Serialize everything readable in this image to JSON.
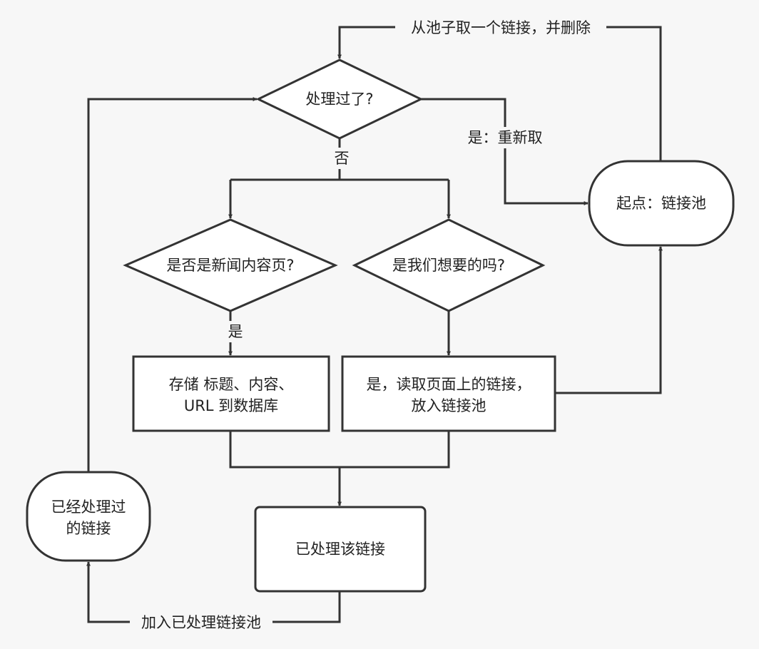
{
  "nodes": {
    "start_pool": "起点：链接池",
    "processed_check": "处理过了?",
    "is_news_page": "是否是新闻内容页?",
    "is_wanted": "是我们想要的吗?",
    "store_db_line1": "存储 标题、内容、",
    "store_db_line2": "URL 到数据库",
    "read_links_line1": "是，读取页面上的链接，",
    "read_links_line2": "放入链接池",
    "marked_processed": "已处理该链接",
    "processed_pool_line1": "已经处理过",
    "processed_pool_line2": "的链接"
  },
  "edges": {
    "take_from_pool": "从池子取一个链接，并删除",
    "yes_refetch": "是：重新取",
    "no": "否",
    "yes": "是",
    "add_to_processed": "加入已处理链接池"
  },
  "colors": {
    "stroke": "#333333",
    "fill": "#ffffff",
    "background": "#f7f7f7",
    "text": "#222222"
  }
}
